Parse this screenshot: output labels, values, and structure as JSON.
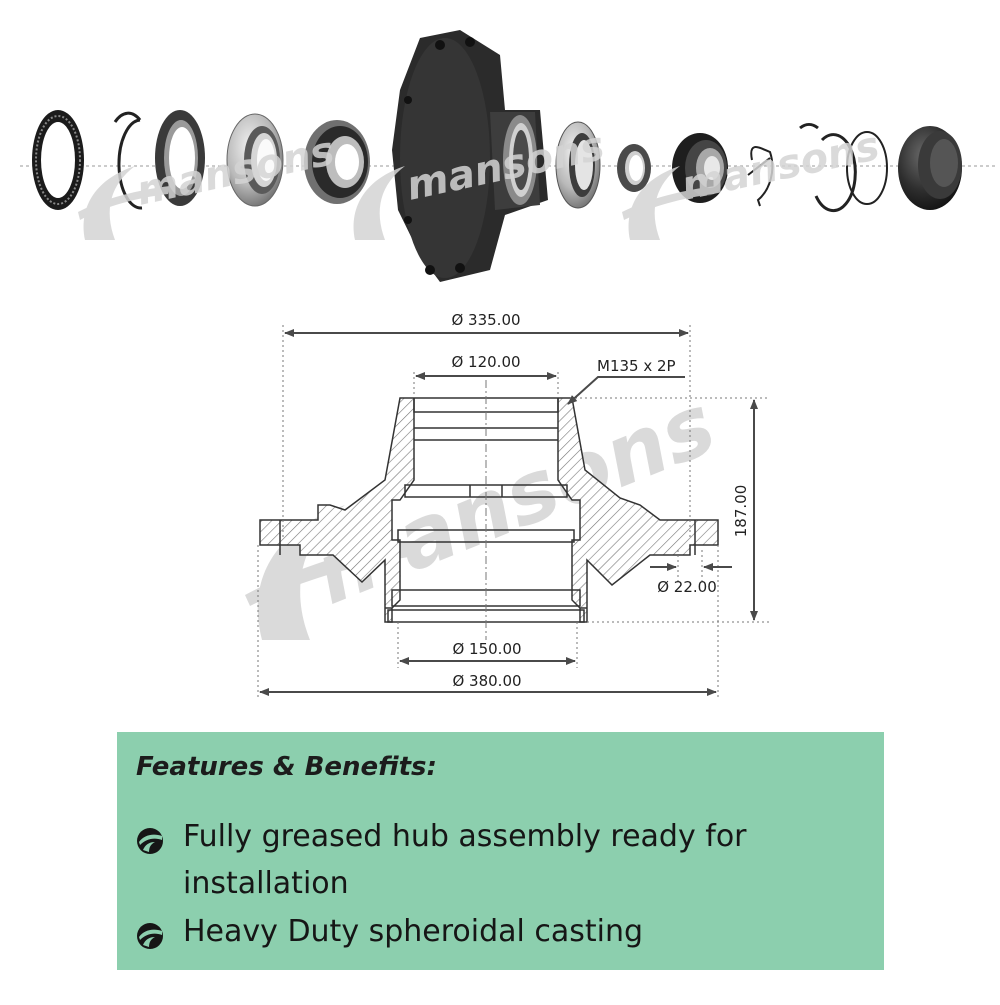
{
  "brand": {
    "watermark": "mansons"
  },
  "dimensions": {
    "top_flange_dia": "Ø 335.00",
    "inner_top_dia": "Ø 120.00",
    "thread": "M135 x 2P",
    "height": "187.00",
    "bolt_hole_dia": "Ø 22.00",
    "inner_bottom_dia": "Ø 150.00",
    "overall_dia": "Ø 380.00"
  },
  "features": {
    "title": "Features & Benefits:",
    "items": [
      "Fully greased hub assembly ready for installation",
      "Heavy Duty spheroidal casting"
    ]
  },
  "colors": {
    "panel": "#8ccfae",
    "watermark": "#d4d4d4",
    "part_dark": "#2c2c2c",
    "arrow": "#4a4a4a"
  }
}
